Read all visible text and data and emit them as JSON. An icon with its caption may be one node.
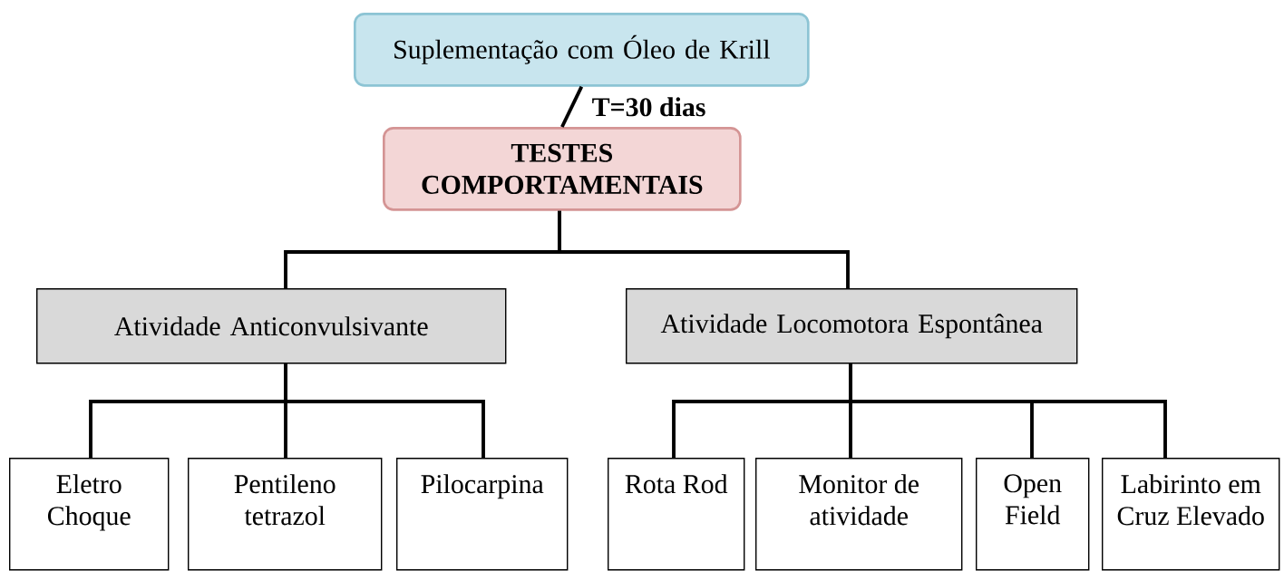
{
  "diagram": {
    "nodes": [
      {
        "text": [
          "Suplementação com Óleo de Krill"
        ]
      },
      {
        "text": [
          "TESTES COMPORTAMENTAIS"
        ]
      },
      {
        "text": [
          "Atividade Anticonvulsivante"
        ]
      },
      {
        "text": [
          "Atividade Locomotora Espontânea"
        ]
      },
      {
        "text": [
          "Eletro Choque"
        ]
      },
      {
        "text": [
          "Pentileno tetrazol"
        ]
      },
      {
        "text": [
          "Pilocarpina"
        ]
      },
      {
        "text": [
          "Rota Rod"
        ]
      },
      {
        "text": [
          "Monitor de atividade"
        ]
      },
      {
        "text": [
          "Open Field"
        ]
      },
      {
        "text": [
          "Labirinto em Cruz Elevado"
        ]
      }
    ],
    "edges": [
      {
        "from": 0,
        "to": 1,
        "arrow": "none",
        "label": "T=30 dias"
      },
      {
        "from": 1,
        "to": 2,
        "arrow": "none"
      },
      {
        "from": 1,
        "to": 3,
        "arrow": "none"
      },
      {
        "from": 2,
        "to": 4,
        "arrow": "none"
      },
      {
        "from": 2,
        "to": 5,
        "arrow": "none"
      },
      {
        "from": 2,
        "to": 6,
        "arrow": "none"
      },
      {
        "from": 3,
        "to": 7,
        "arrow": "none"
      },
      {
        "from": 3,
        "to": 8,
        "arrow": "none"
      },
      {
        "from": 3,
        "to": 9,
        "arrow": "none"
      },
      {
        "from": 3,
        "to": 10,
        "arrow": "none"
      }
    ]
  }
}
